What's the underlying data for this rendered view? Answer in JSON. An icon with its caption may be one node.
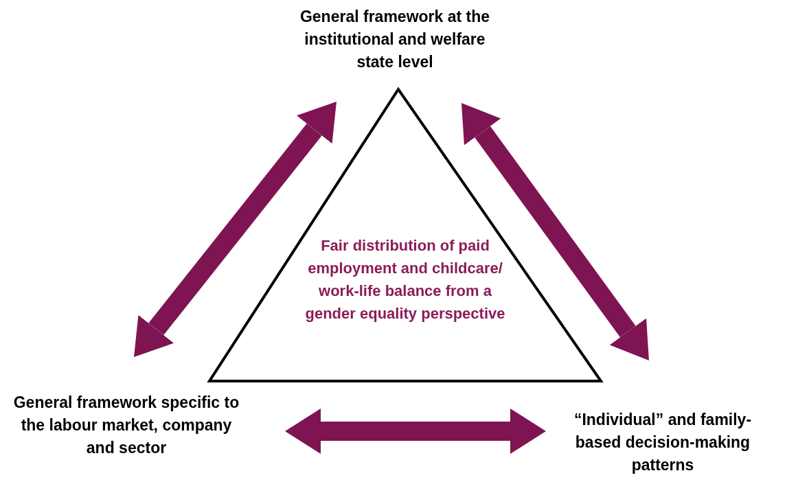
{
  "diagram": {
    "nodes": [
      {
        "text": [
          "General framework at the institutional and welfare state level"
        ]
      },
      {
        "text": [
          "Fair distribution of paid employment and childcare/ work-life balance from a gender equality perspective"
        ]
      },
      {
        "text": [
          "General framework specific to the labour market, company and sector"
        ]
      },
      {
        "text": [
          "“Individual” and family-based decision-making patterns"
        ]
      }
    ],
    "edges": [
      {
        "from": 0,
        "to": 2,
        "arrow": "both"
      },
      {
        "from": 0,
        "to": 3,
        "arrow": "both"
      },
      {
        "from": 2,
        "to": 3,
        "arrow": "both"
      }
    ]
  }
}
